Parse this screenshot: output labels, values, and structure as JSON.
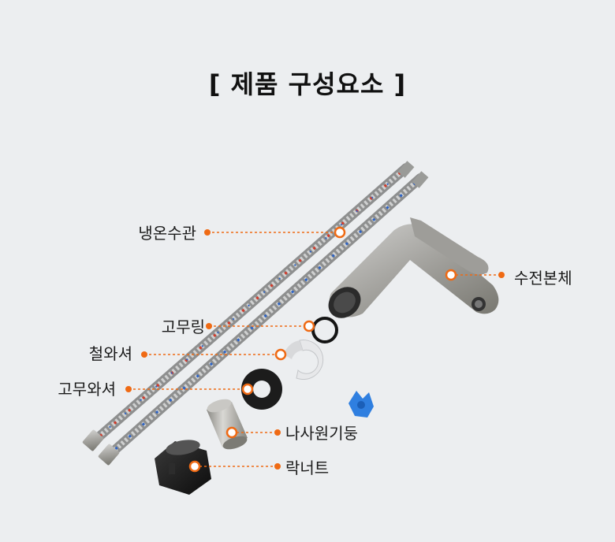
{
  "title": "[ 제품 구성요소 ]",
  "accent_color": "#ef6a14",
  "components": {
    "hose": "냉온수관",
    "faucet_body": "수전본체",
    "o_ring": "고무링",
    "steel_washer": "철와셔",
    "rubber_washer": "고무와셔",
    "threaded_stud": "나사원기둥",
    "lock_nut": "락너트"
  }
}
